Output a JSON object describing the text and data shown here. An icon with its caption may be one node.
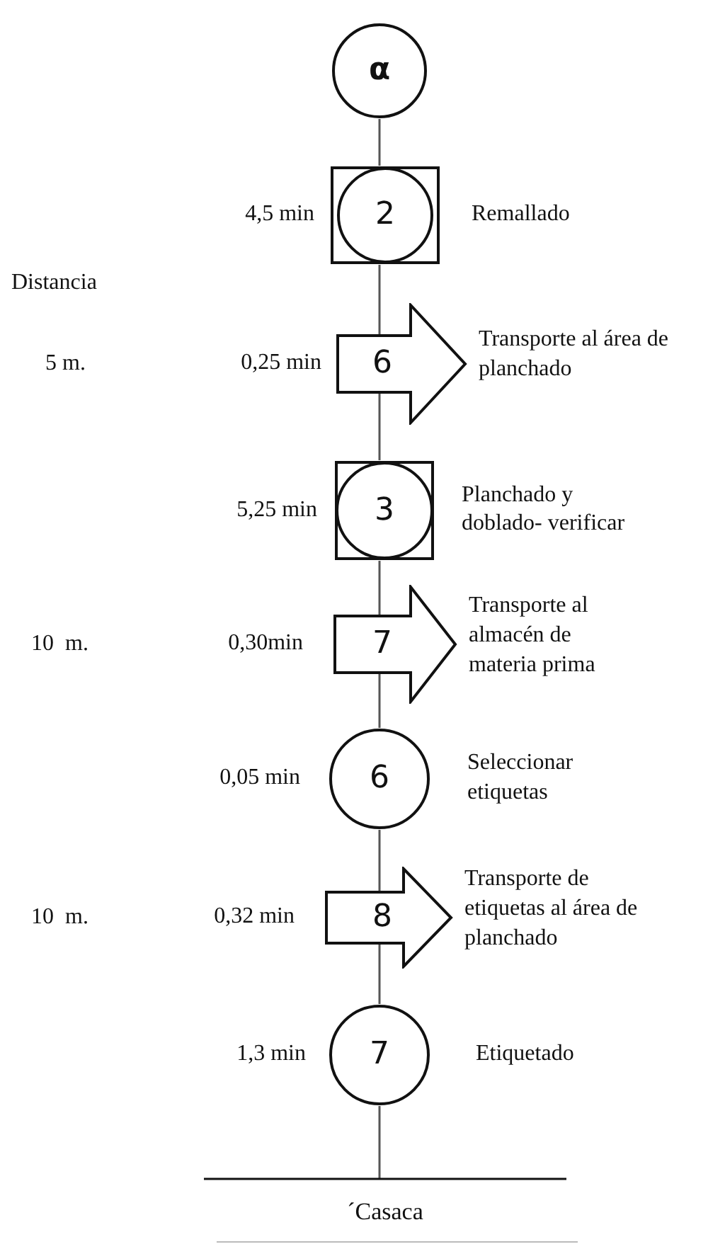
{
  "diagram": {
    "nodes": [
      {
        "text": [
          "α"
        ]
      },
      {
        "text": [
          "2"
        ],
        "beside": [
          "4,5 min",
          "Remallado"
        ]
      },
      {
        "text": [
          "6"
        ],
        "beside": [
          "0,25 min",
          "Transporte al área de planchado"
        ]
      },
      {
        "text": [
          "3"
        ],
        "beside": [
          "5,25 min",
          "Planchado y doblado- verificar"
        ]
      },
      {
        "text": [
          "7"
        ],
        "beside": [
          "0,30min",
          "Transporte al almacén de materia prima"
        ]
      },
      {
        "text": [
          "6"
        ],
        "beside": [
          "0,05 min",
          "Seleccionar etiquetas"
        ]
      },
      {
        "text": [
          "8"
        ],
        "beside": [
          "0,32 min",
          "Transporte de etiquetas al área de planchado"
        ]
      },
      {
        "text": [
          "7"
        ],
        "beside": [
          "1,3 min",
          "Etiquetado"
        ]
      },
      {
        "text": [
          "´Casaca"
        ]
      }
    ],
    "edges": [
      {
        "from": 0,
        "to": 1,
        "arrow": "none"
      },
      {
        "from": 1,
        "to": 2,
        "arrow": "none"
      },
      {
        "from": 2,
        "to": 3,
        "arrow": "none"
      },
      {
        "from": 3,
        "to": 4,
        "arrow": "none"
      },
      {
        "from": 4,
        "to": 5,
        "arrow": "none"
      },
      {
        "from": 5,
        "to": 6,
        "arrow": "none"
      },
      {
        "from": 6,
        "to": 7,
        "arrow": "none"
      },
      {
        "from": 7,
        "to": 8,
        "arrow": "none"
      }
    ],
    "labels": [
      "Distancia",
      "5 m.",
      "10  m.",
      "10  m."
    ]
  }
}
